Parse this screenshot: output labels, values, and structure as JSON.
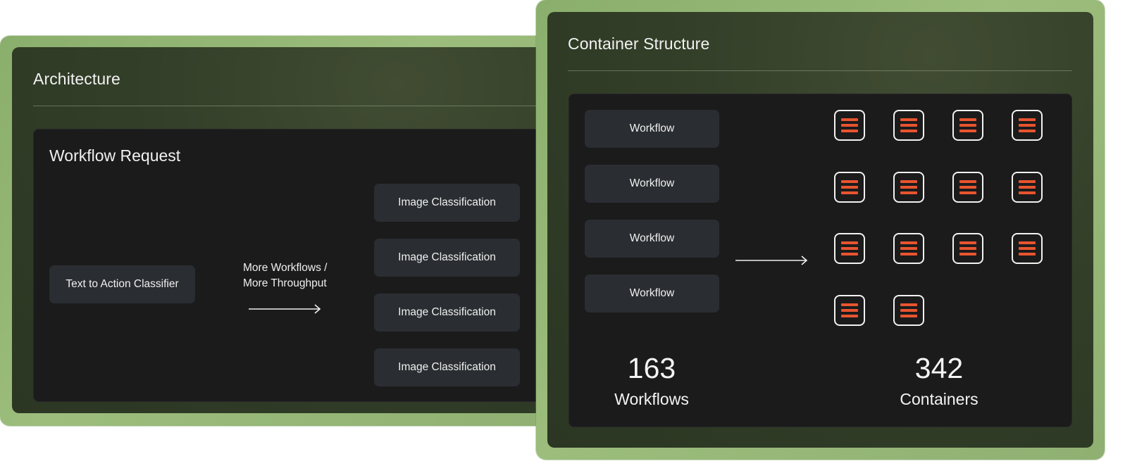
{
  "architecture": {
    "title": "Architecture",
    "panel_title": "Workflow Request",
    "source_box": "Text to Action Classifier",
    "flow_label_line1": "More Workflows /",
    "flow_label_line2": "More Throughput",
    "targets": [
      "Image Classification",
      "Image Classification",
      "Image Classification",
      "Image Classification"
    ]
  },
  "containers": {
    "title": "Container Structure",
    "workflows": [
      "Workflow",
      "Workflow",
      "Workflow",
      "Workflow"
    ],
    "container_icon": "server-stack-icon",
    "container_icon_count": 14,
    "stats": {
      "workflows_value": "163",
      "workflows_label": "Workflows",
      "containers_value": "342",
      "containers_label": "Containers"
    }
  },
  "colors": {
    "frame": "#9cbd7c",
    "card": "#333f28",
    "panel": "#1b1b1c",
    "box": "#2a2d31",
    "icon_accent": "#e8542f"
  }
}
